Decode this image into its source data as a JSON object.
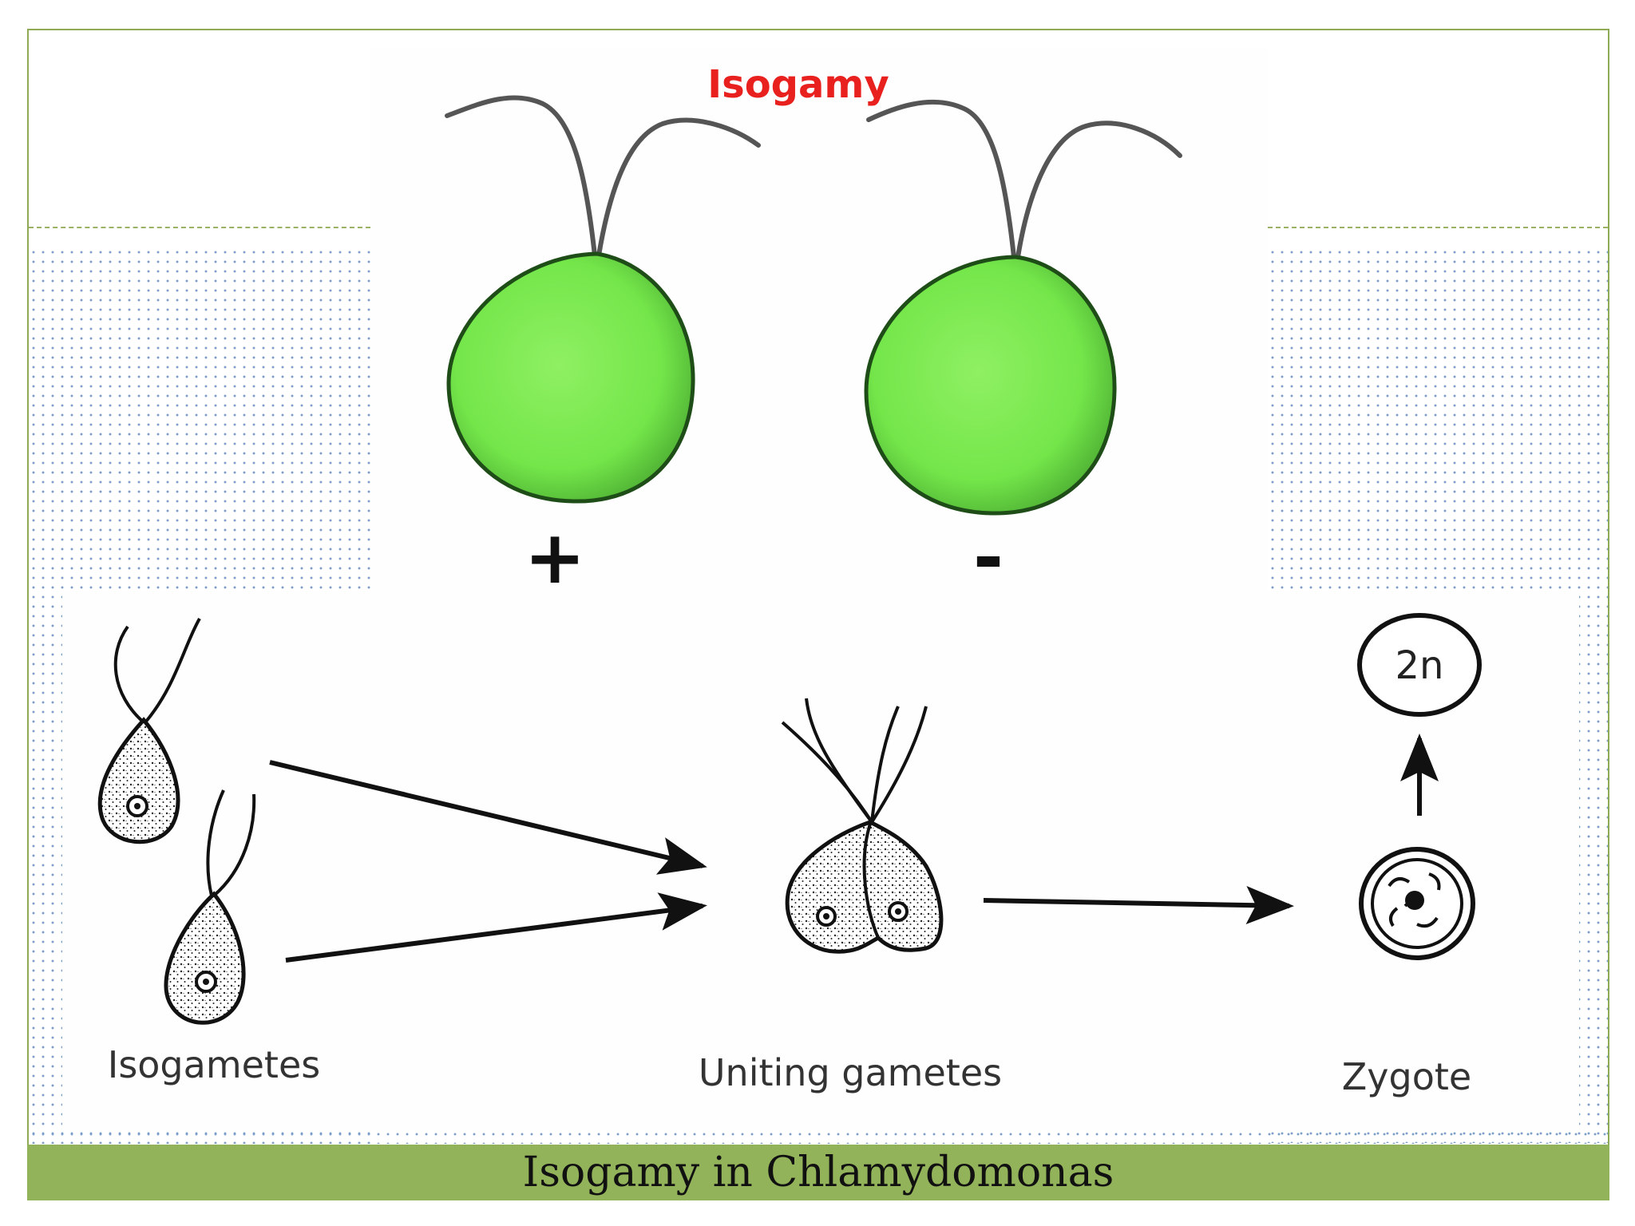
{
  "caption": "Isogamy in Chlamydomonas",
  "top_panel": {
    "title": "Isogamy",
    "title_color": "#e8201e",
    "cell_color": "#7ef04c",
    "cell_outline": "#1f4d18",
    "gamete_signs": [
      "+",
      "-"
    ]
  },
  "bottom_panel": {
    "labels": {
      "isogametes": "Isogametes",
      "uniting": "Uniting gametes",
      "zygote": "Zygote"
    },
    "ploidy": "2n"
  },
  "theme": {
    "accent": "#93b35a",
    "frame": "#8faa55"
  }
}
